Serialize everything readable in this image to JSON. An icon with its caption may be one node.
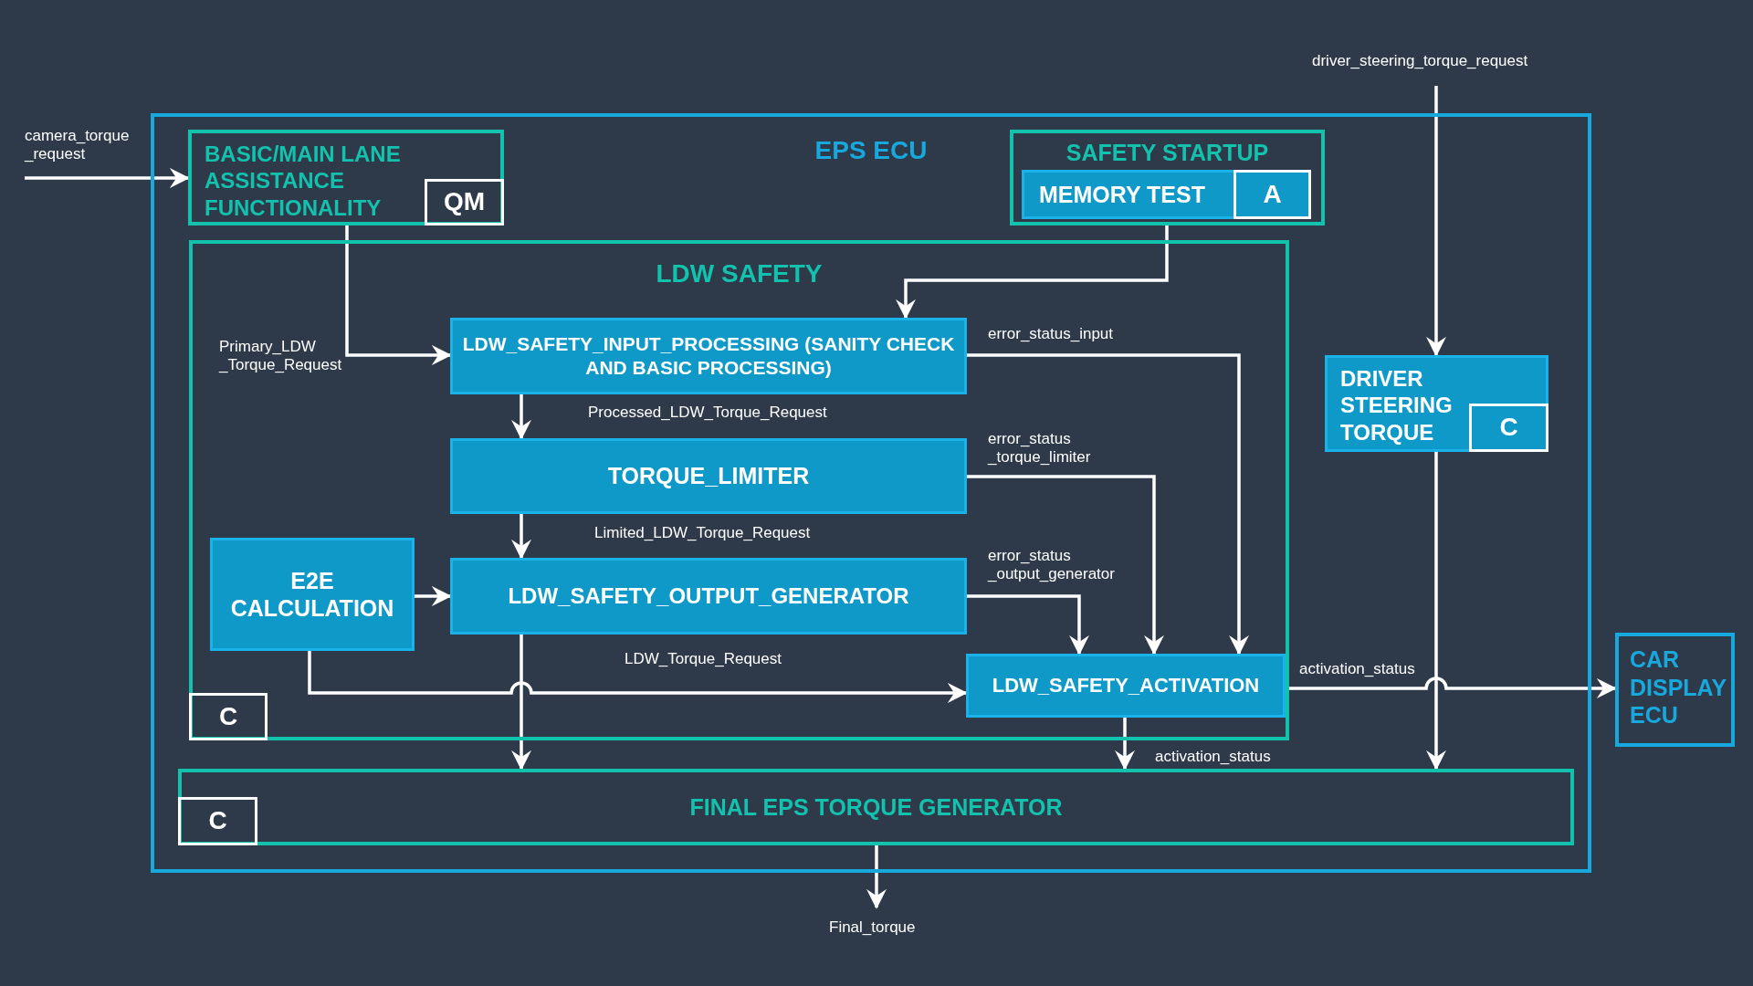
{
  "diagram": {
    "nodes": [
      {
        "text": [
          "EPS ECU"
        ]
      },
      {
        "text": [
          "BASIC/MAIN LANE ASSISTANCE FUNCTIONALITY"
        ],
        "in": 0
      },
      {
        "text": [
          "QM"
        ],
        "in": 1
      },
      {
        "text": [
          "SAFETY STARTUP"
        ],
        "in": 0
      },
      {
        "text": [
          "MEMORY TEST"
        ],
        "in": 3
      },
      {
        "text": [
          "A"
        ],
        "in": 4
      },
      {
        "text": [
          "LDW SAFETY"
        ],
        "in": 0
      },
      {
        "text": [
          "LDW_SAFETY_INPUT_PROCESSING (SANITY CHECK AND BASIC PROCESSING)"
        ],
        "in": 6
      },
      {
        "text": [
          "TORQUE_LIMITER"
        ],
        "in": 6
      },
      {
        "text": [
          "E2E CALCULATION"
        ],
        "in": 6
      },
      {
        "text": [
          "LDW_SAFETY_OUTPUT_GENERATOR"
        ],
        "in": 6
      },
      {
        "text": [
          "LDW_SAFETY_ACTIVATION"
        ],
        "in": 6
      },
      {
        "text": [
          "C"
        ],
        "in": 6
      },
      {
        "text": [
          "DRIVER STEERING TORQUE"
        ],
        "in": 0
      },
      {
        "text": [
          "C"
        ],
        "in": 13
      },
      {
        "text": [
          "FINAL EPS TORQUE GENERATOR"
        ],
        "in": 0
      },
      {
        "text": [
          "C"
        ],
        "in": 15
      },
      {
        "text": [
          "CAR DISPLAY ECU"
        ]
      }
    ],
    "edges": [
      {
        "from": null,
        "to": 1,
        "arrow": "to",
        "label": "camera_torque _request"
      },
      {
        "from": null,
        "to": 13,
        "arrow": "to",
        "label": "driver_steering_torque_request"
      },
      {
        "from": 1,
        "to": 7,
        "arrow": "to",
        "label": "Primary_LDW _Torque_Request"
      },
      {
        "from": 3,
        "to": 7,
        "arrow": "to"
      },
      {
        "from": 7,
        "to": 8,
        "arrow": "to",
        "label": "Processed_LDW_Torque_Request"
      },
      {
        "from": 8,
        "to": 10,
        "arrow": "to",
        "label": "Limited_LDW_Torque_Request"
      },
      {
        "from": 9,
        "to": 10,
        "arrow": "to"
      },
      {
        "from": 7,
        "to": 11,
        "arrow": "to",
        "label": "error_status_input"
      },
      {
        "from": 8,
        "to": 11,
        "arrow": "to",
        "label": "error_status _torque_limiter"
      },
      {
        "from": 10,
        "to": 11,
        "arrow": "to",
        "label": "error_status _output_generator"
      },
      {
        "from": 9,
        "to": 11,
        "arrow": "to",
        "label": "LDW_Torque_Request"
      },
      {
        "from": 10,
        "to": 15,
        "arrow": "to"
      },
      {
        "from": 11,
        "to": 15,
        "arrow": "to",
        "label": "activation_status"
      },
      {
        "from": 11,
        "to": 17,
        "arrow": "to",
        "label": "activation_status"
      },
      {
        "from": 13,
        "to": 15,
        "arrow": "to"
      },
      {
        "from": 15,
        "to": null,
        "arrow": "to",
        "label": "Final_torque"
      }
    ]
  }
}
